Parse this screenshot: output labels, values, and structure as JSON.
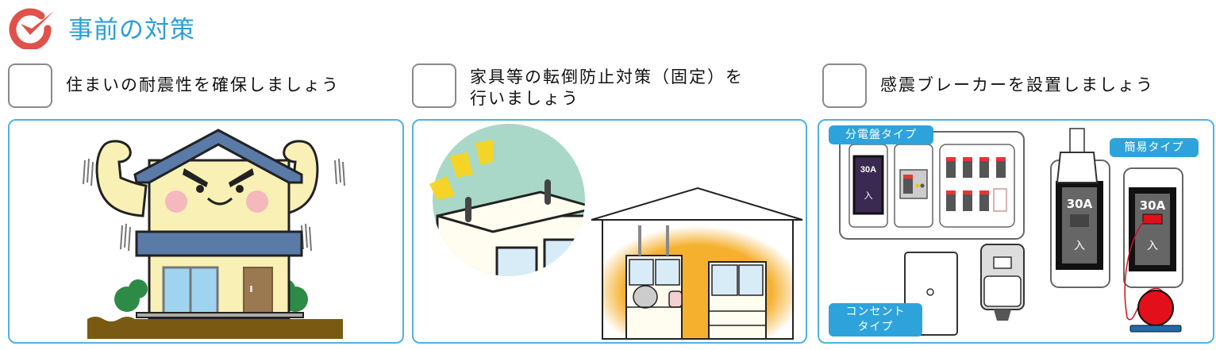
{
  "header": {
    "title": "事前の対策",
    "icon": "check-circle-icon",
    "accent_color": "#2b9fd8",
    "icon_color": "#e0514a"
  },
  "items": [
    {
      "label_line1": "住まいの耐震性を確保しましょう",
      "label_line2": "",
      "illustration": "strong-house-illustration"
    },
    {
      "label_line1": "家具等の転倒防止対策（固定）を",
      "label_line2": "行いましょう",
      "illustration": "furniture-fixing-illustration"
    },
    {
      "label_line1": "感震ブレーカーを設置しましょう",
      "label_line2": "",
      "illustration": "seismic-breaker-illustration",
      "tags": {
        "panel_type": "分電盤タイプ",
        "simple_type": "簡易タイプ",
        "outlet_type_line1": "コンセント",
        "outlet_type_line2": "タイプ"
      },
      "breaker_labels": {
        "amp": "30A",
        "on": "入"
      }
    }
  ],
  "colors": {
    "panel_border": "#4fb2e2",
    "tag_bg": "#2ea3db"
  }
}
